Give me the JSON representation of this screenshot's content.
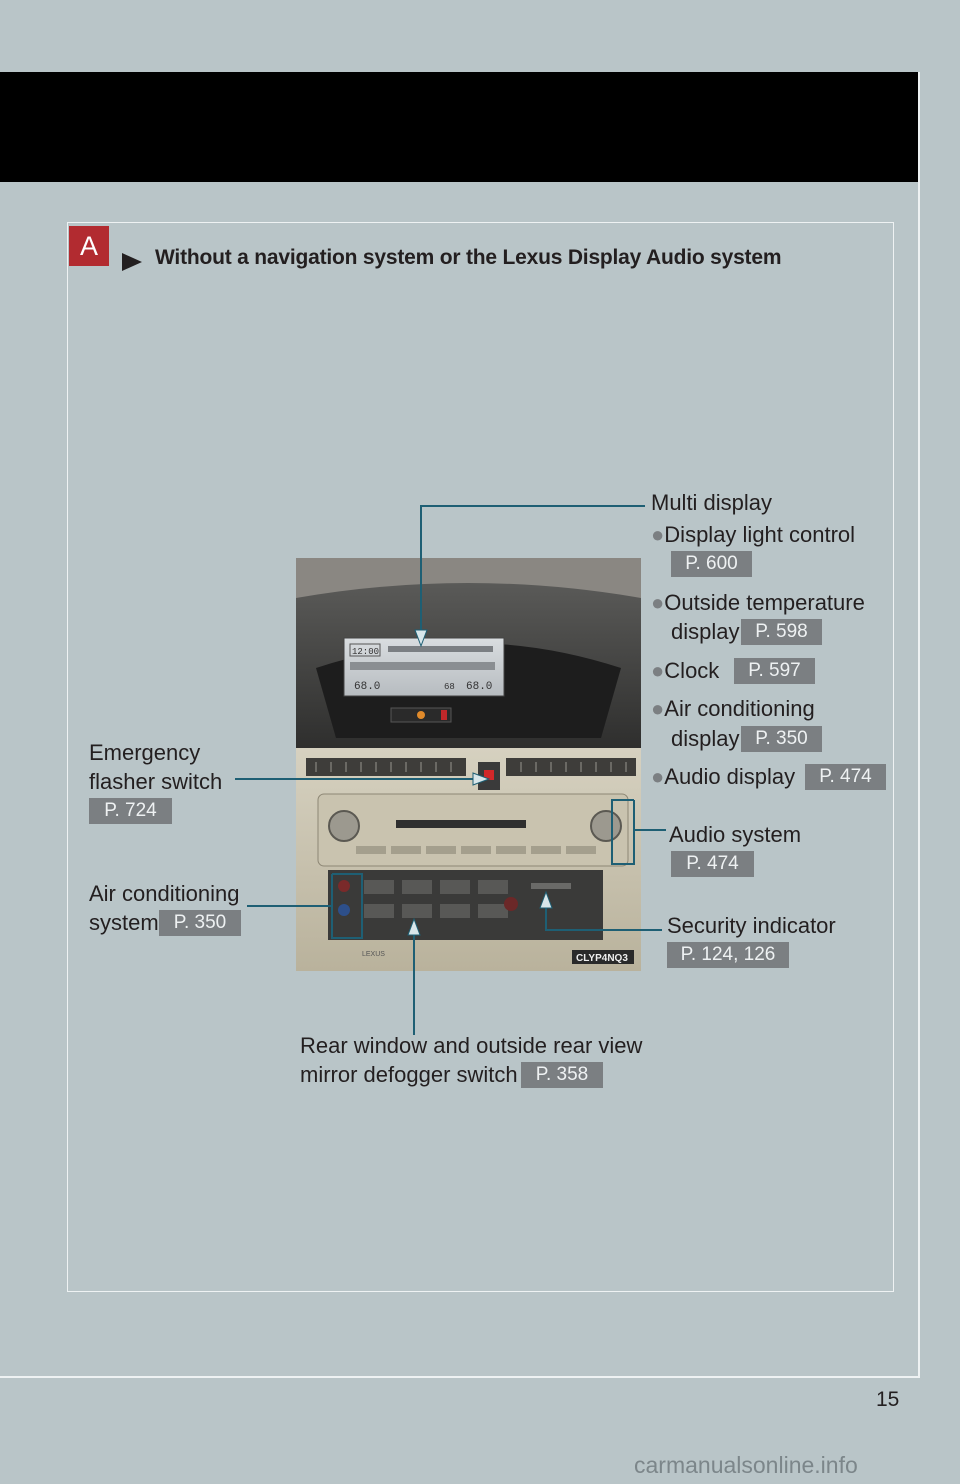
{
  "section_tab": "A",
  "heading": "Without a navigation system or the Lexus Display Audio system",
  "callouts": {
    "multi_display": {
      "title": "Multi display",
      "items": [
        {
          "label": "Display light control",
          "page": "P. 600"
        },
        {
          "label_line1": "Outside temperature",
          "label_line2": "display",
          "page": "P. 598"
        },
        {
          "label": "Clock",
          "page": "P. 597"
        },
        {
          "label_line1": "Air conditioning",
          "label_line2": "display",
          "page": "P. 350"
        },
        {
          "label": "Audio display",
          "page": "P. 474"
        }
      ]
    },
    "audio_system": {
      "label": "Audio system",
      "page": "P. 474"
    },
    "security_indicator": {
      "label": "Security indicator",
      "page": "P. 124, 126"
    },
    "emergency_flasher": {
      "label_line1": "Emergency",
      "label_line2": "flasher switch",
      "page": "P. 724"
    },
    "air_conditioning": {
      "label_line1": "Air conditioning",
      "label_line2": "system",
      "page": "P. 350"
    },
    "defogger": {
      "label_line1": "Rear window and outside rear view",
      "label_line2": "mirror defogger switch",
      "page": "P. 358"
    }
  },
  "photo": {
    "clock_readout": "12:00",
    "temp_left": "68.0",
    "temp_right": "68.0",
    "outside_temp": "68",
    "watermark_code": "CLYP4NQ3",
    "brand": "LEXUS"
  },
  "page_number": "15",
  "site_watermark": "carmanualsonline.info",
  "colors": {
    "background": "#b9c5c8",
    "tab_red": "#b22b30",
    "badge_gray": "#7b7f82",
    "leader_line": "#1e5f74"
  }
}
